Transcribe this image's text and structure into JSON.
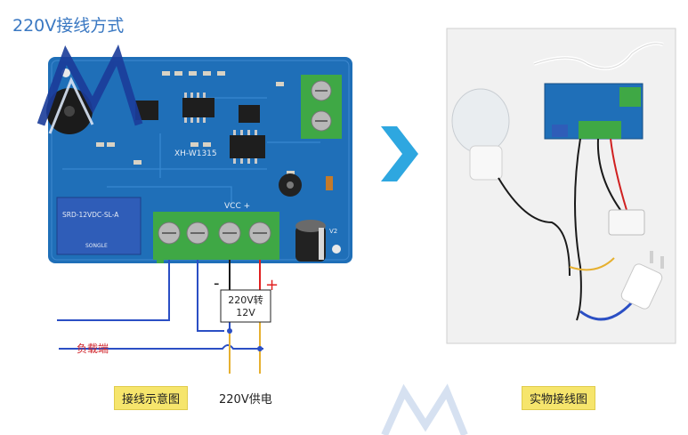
{
  "header": {
    "title": "220V接线方式"
  },
  "board": {
    "model": "XH-W1315",
    "vcc_label": "VCC +",
    "relay_text": "SRD-12VDC-SL-A",
    "relay_brand": "SONGLE",
    "v_label": "V2"
  },
  "diagram": {
    "converter_line1": "220V转",
    "converter_line2": "12V",
    "minus": "-",
    "plus": "+",
    "load_label": "负载端",
    "supply_label": "220V供电"
  },
  "captions": {
    "left": "接线示意图",
    "right": "实物接线图"
  },
  "colors": {
    "title": "#3a78c2",
    "pcb": "#1f6fb8",
    "terminal": "#3fa845",
    "wire_blue": "#2b4fc4",
    "wire_yellow": "#e6b030",
    "arrow": "#2ea7e0",
    "caption_bg": "#f6e56c",
    "plus_red": "#e02020"
  }
}
